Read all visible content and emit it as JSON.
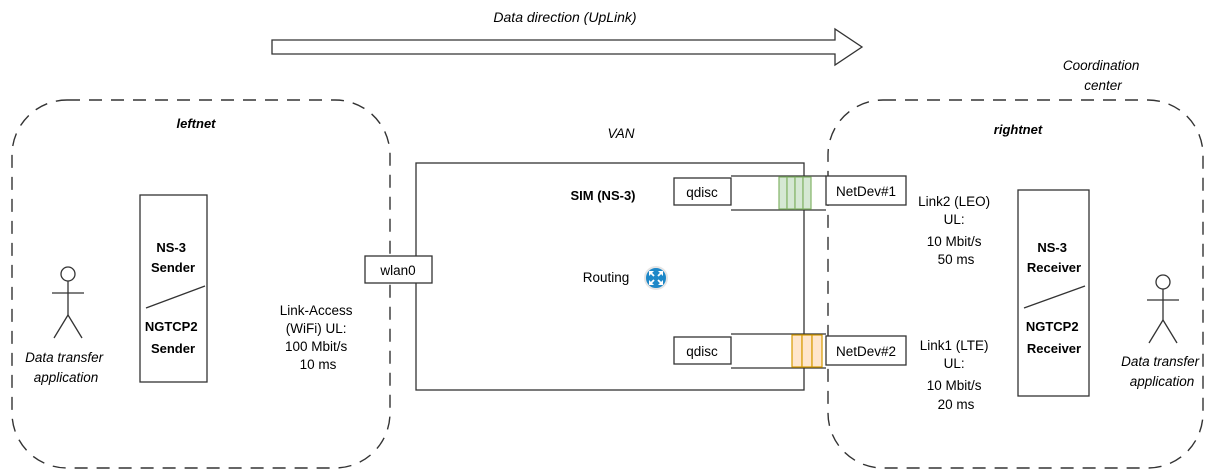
{
  "direction": {
    "label": "Data direction (UpLink)"
  },
  "leftnet": {
    "title": "leftnet",
    "sender": {
      "top_lines": [
        "NS-3",
        "Sender"
      ],
      "bottom_lines": [
        "NGTCP2",
        "Sender"
      ]
    },
    "app_lines": [
      "Data transfer",
      "application"
    ],
    "access_link_lines": [
      "Link-Access",
      "(WiFi) UL:",
      "100 Mbit/s",
      "10 ms"
    ]
  },
  "van": {
    "title": "VAN",
    "wlan": "wlan0",
    "sim_label": "SIM (NS-3)",
    "routing_label": "Routing",
    "qdisc_top": "qdisc",
    "qdisc_bottom": "qdisc",
    "netdev1": "NetDev#1",
    "netdev2": "NetDev#2",
    "router_icon": "router-icon"
  },
  "rightnet": {
    "title": "rightnet",
    "coordination_lines": [
      "Coordination",
      "center"
    ],
    "receiver": {
      "top_lines": [
        "NS-3",
        "Receiver"
      ],
      "bottom_lines": [
        "NGTCP2",
        "Receiver"
      ]
    },
    "app_lines": [
      "Data transfer",
      "application"
    ],
    "link2_lines": [
      "Link2 (LEO)",
      "UL:",
      "10 Mbit/s",
      "50 ms"
    ],
    "link1_lines": [
      "Link1 (LTE)",
      "UL:",
      "10 Mbit/s",
      "20 ms"
    ]
  },
  "colors": {
    "leo_queue_fill": "#d5e8d4",
    "leo_queue_stroke": "#82b366",
    "lte_queue_fill": "#ffe6cc",
    "lte_queue_stroke": "#d79b00",
    "router_fill": "#1e88c8"
  }
}
